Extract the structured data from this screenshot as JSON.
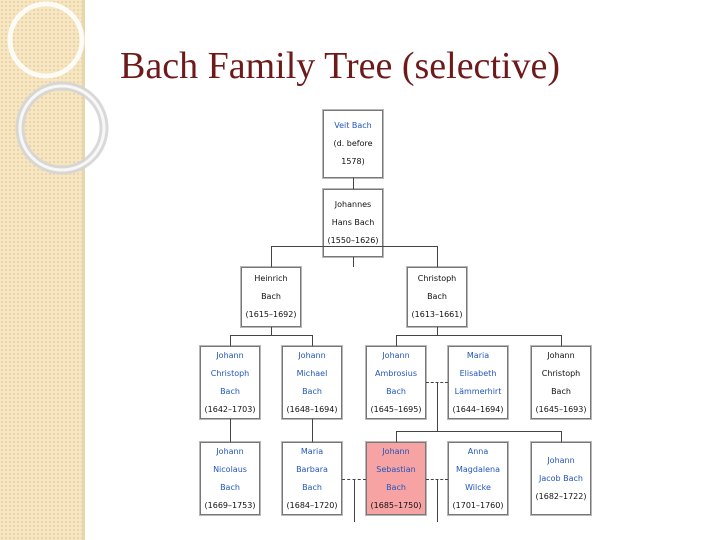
{
  "slide": {
    "title": "Bach Family Tree (selective)"
  },
  "tree": {
    "nodes": [
      {
        "id": "veit",
        "lines": [
          "Veit Bach"
        ],
        "dates": [
          "(d. before",
          "1578)"
        ],
        "linked": true
      },
      {
        "id": "johannes",
        "lines": [
          "Johannes",
          "Hans Bach"
        ],
        "dates": [
          "(1550–1626)"
        ],
        "linked": false
      },
      {
        "id": "heinrich",
        "lines": [
          "Heinrich",
          "Bach"
        ],
        "dates": [
          "(1615–1692)"
        ],
        "linked": false
      },
      {
        "id": "christoph",
        "lines": [
          "Christoph",
          "Bach"
        ],
        "dates": [
          "(1613–1661)"
        ],
        "linked": false
      },
      {
        "id": "johann-christoph-1642",
        "lines": [
          "Johann",
          "Christoph",
          "Bach"
        ],
        "dates": [
          "(1642–1703)"
        ],
        "linked": true
      },
      {
        "id": "johann-michael",
        "lines": [
          "Johann",
          "Michael",
          "Bach"
        ],
        "dates": [
          "(1648–1694)"
        ],
        "linked": true
      },
      {
        "id": "johann-ambrosius",
        "lines": [
          "Johann",
          "Ambrosius",
          "Bach"
        ],
        "dates": [
          "(1645–1695)"
        ],
        "linked": true
      },
      {
        "id": "maria-elisabeth",
        "lines": [
          "Maria",
          "Elisabeth",
          "Lämmerhirt"
        ],
        "dates": [
          "(1644–1694)"
        ],
        "linked": true
      },
      {
        "id": "johann-christoph-1645",
        "lines": [
          "Johann",
          "Christoph",
          "Bach"
        ],
        "dates": [
          "(1645–1693)"
        ],
        "linked": false
      },
      {
        "id": "johann-nicolaus",
        "lines": [
          "Johann",
          "Nicolaus",
          "Bach"
        ],
        "dates": [
          "(1669–1753)"
        ],
        "linked": true
      },
      {
        "id": "maria-barbara",
        "lines": [
          "Maria",
          "Barbara",
          "Bach"
        ],
        "dates": [
          "(1684–1720)"
        ],
        "linked": true
      },
      {
        "id": "johann-sebastian",
        "lines": [
          "Johann",
          "Sebastian",
          "Bach"
        ],
        "dates": [
          "(1685–1750)"
        ],
        "linked": true,
        "highlight": true
      },
      {
        "id": "anna-magdalena",
        "lines": [
          "Anna",
          "Magdalena",
          "Wilcke"
        ],
        "dates": [
          "(1701–1760)"
        ],
        "linked": true
      },
      {
        "id": "johann-jacob",
        "lines": [
          "Johann",
          "Jacob Bach"
        ],
        "dates": [
          "(1682–1722)"
        ],
        "linked": true
      }
    ],
    "edges": [
      {
        "from": "veit",
        "to": "johannes",
        "type": "descent"
      },
      {
        "from": "johannes",
        "to": "heinrich",
        "type": "descent"
      },
      {
        "from": "johannes",
        "to": "christoph",
        "type": "descent"
      },
      {
        "from": "heinrich",
        "to": "johann-christoph-1642",
        "type": "descent"
      },
      {
        "from": "heinrich",
        "to": "johann-michael",
        "type": "descent"
      },
      {
        "from": "christoph",
        "to": "johann-ambrosius",
        "type": "descent"
      },
      {
        "from": "christoph",
        "to": "johann-christoph-1645",
        "type": "descent"
      },
      {
        "from": "johann-ambrosius",
        "to": "maria-elisabeth",
        "type": "marriage"
      },
      {
        "from": "johann-ambrosius",
        "to": "johann-sebastian",
        "type": "descent"
      },
      {
        "from": "johann-ambrosius",
        "to": "johann-jacob",
        "type": "descent"
      },
      {
        "from": "johann-christoph-1642",
        "to": "johann-nicolaus",
        "type": "descent"
      },
      {
        "from": "johann-michael",
        "to": "maria-barbara",
        "type": "descent"
      },
      {
        "from": "maria-barbara",
        "to": "johann-sebastian",
        "type": "marriage"
      },
      {
        "from": "johann-sebastian",
        "to": "anna-magdalena",
        "type": "marriage"
      }
    ],
    "colors": {
      "linked_name": "#2255bb",
      "highlight_fill": "#f7a3a3",
      "title": "#6e1a1a",
      "sidebar": "#f6e6c2"
    }
  }
}
